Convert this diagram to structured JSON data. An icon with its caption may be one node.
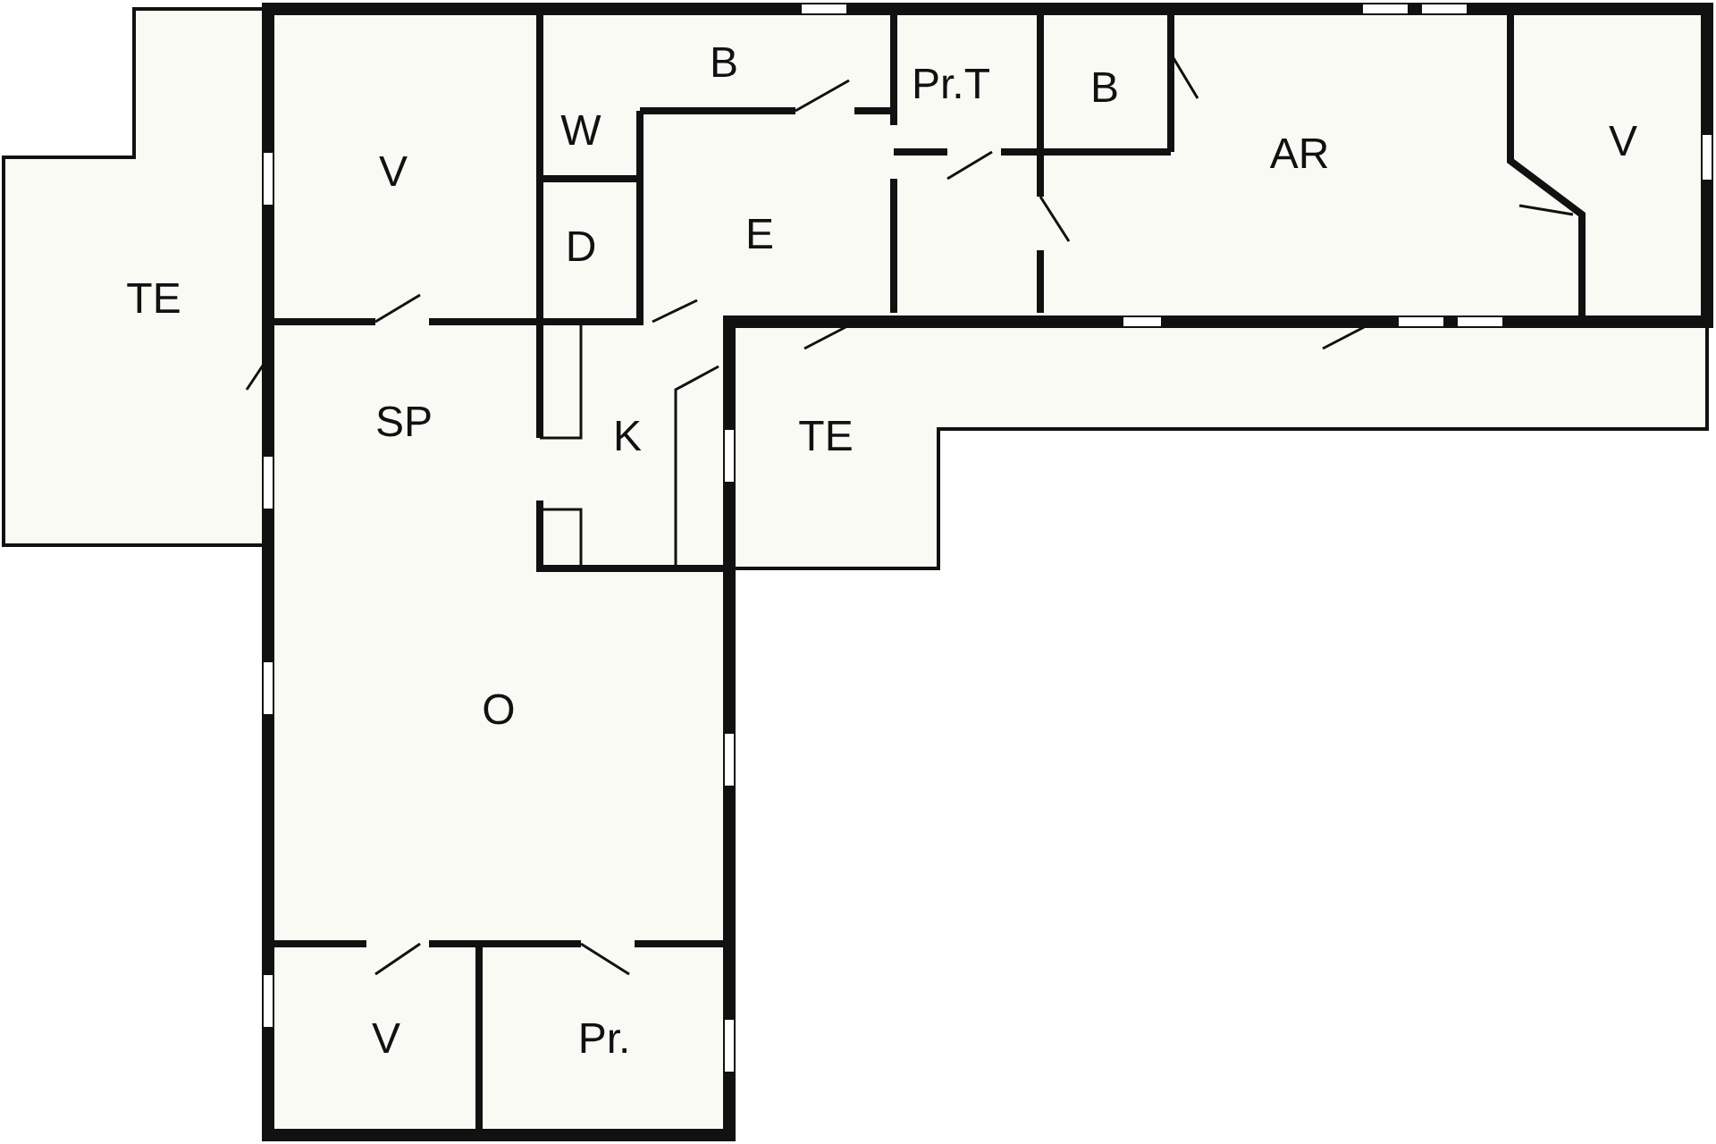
{
  "diagram": {
    "labels": [
      "B",
      "Pr.T",
      "B",
      "W",
      "V",
      "AR",
      "V",
      "E",
      "D",
      "TE",
      "SP",
      "K",
      "TE",
      "O",
      "V",
      "Pr."
    ]
  }
}
